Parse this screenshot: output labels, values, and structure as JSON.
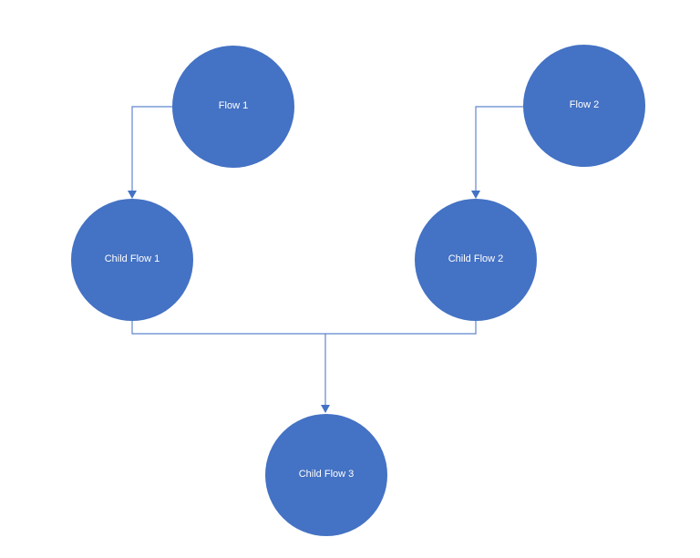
{
  "diagram": {
    "type": "flowchart",
    "nodes": [
      {
        "id": "flow-1",
        "label": "Flow 1",
        "shape": "circle"
      },
      {
        "id": "flow-2",
        "label": "Flow 2",
        "shape": "circle"
      },
      {
        "id": "child-flow-1",
        "label": "Child Flow 1",
        "shape": "circle"
      },
      {
        "id": "child-flow-2",
        "label": "Child Flow 2",
        "shape": "circle"
      },
      {
        "id": "child-flow-3",
        "label": "Child Flow 3",
        "shape": "circle"
      }
    ],
    "edges": [
      {
        "from": "flow-1",
        "to": "child-flow-1",
        "style": "elbow-arrow"
      },
      {
        "from": "flow-2",
        "to": "child-flow-2",
        "style": "elbow-arrow"
      },
      {
        "from": "child-flow-1",
        "to": "child-flow-3",
        "style": "merge-arrow"
      },
      {
        "from": "child-flow-2",
        "to": "child-flow-3",
        "style": "merge-arrow"
      }
    ],
    "colors": {
      "node_fill": "#4472C4",
      "node_text": "#ffffff",
      "connector": "#4472C4",
      "background": "#ffffff"
    }
  }
}
